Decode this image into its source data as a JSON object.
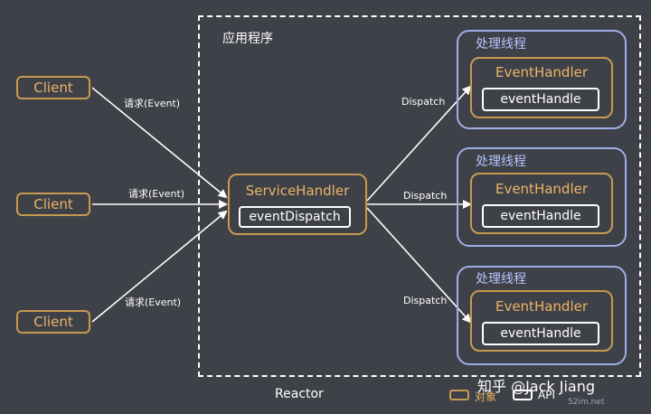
{
  "clients": [
    {
      "label": "Client"
    },
    {
      "label": "Client"
    },
    {
      "label": "Client"
    }
  ],
  "request_labels": [
    "请求(Event)",
    "请求(Event)",
    "请求(Event)"
  ],
  "app": {
    "title": "应用程序"
  },
  "service_handler": {
    "title": "ServiceHandler",
    "method": "eventDispatch"
  },
  "dispatch_labels": [
    "Dispatch",
    "Dispatch",
    "Dispatch"
  ],
  "threads": [
    {
      "title": "处理线程",
      "handler": "EventHandler",
      "method": "eventHandle"
    },
    {
      "title": "处理线程",
      "handler": "EventHandler",
      "method": "eventHandle"
    },
    {
      "title": "处理线程",
      "handler": "EventHandler",
      "method": "eventHandle"
    }
  ],
  "reactor_label": "Reactor",
  "legend": {
    "object_label": "对象",
    "api_label": "API"
  },
  "watermark": {
    "text": "知乎 @Jack Jiang",
    "site": "52im.net"
  },
  "colors": {
    "background": "#3f4148",
    "object_border": "#c79a52",
    "object_text": "#ebb566",
    "thread_border": "#9eaee6",
    "api_border": "#ffffff"
  }
}
